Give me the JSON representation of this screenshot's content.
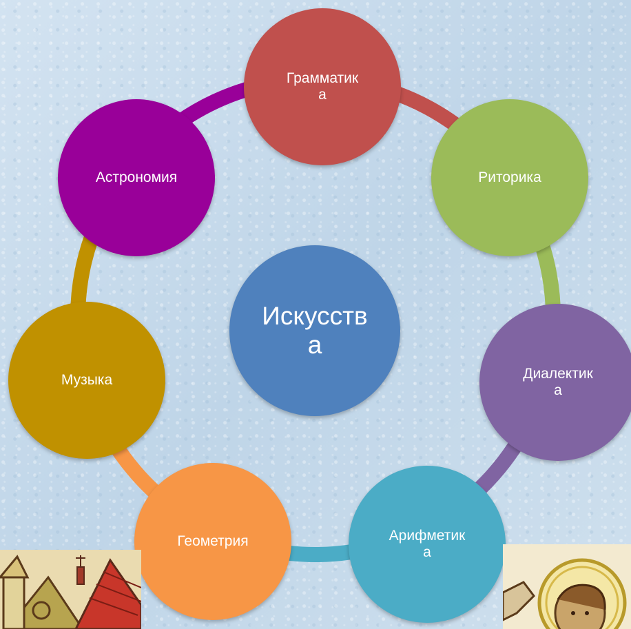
{
  "center": {
    "label_line1": "Искусств",
    "label_line2": "а",
    "color": "#4f81bd"
  },
  "nodes": [
    {
      "id": "grammar",
      "line1": "Грамматик",
      "line2": "а",
      "color": "#c0504d",
      "icon": "none"
    },
    {
      "id": "rhetoric",
      "line1": "Риторика",
      "line2": "",
      "color": "#9bbb59",
      "icon": "none"
    },
    {
      "id": "dialectic",
      "line1": "Диалектик",
      "line2": "а",
      "color": "#8064a2",
      "icon": "none"
    },
    {
      "id": "arithmetic",
      "line1": "Арифметик",
      "line2": "а",
      "color": "#4bacc6",
      "icon": "none"
    },
    {
      "id": "geometry",
      "line1": "Геометрия",
      "line2": "",
      "color": "#f79646",
      "icon": "none"
    },
    {
      "id": "music",
      "line1": "Музыка",
      "line2": "",
      "color": "#c09100",
      "icon": "none"
    },
    {
      "id": "astronomy",
      "line1": "Астрономия",
      "line2": "",
      "color": "#990099",
      "icon": "none"
    }
  ],
  "ring_colors": [
    "#c0504d",
    "#9bbb59",
    "#8064a2",
    "#4bacc6",
    "#f79646",
    "#c09100",
    "#990099"
  ],
  "images": {
    "left": "miniature-building-illustration",
    "right": "miniature-saint-icon-illustration"
  }
}
